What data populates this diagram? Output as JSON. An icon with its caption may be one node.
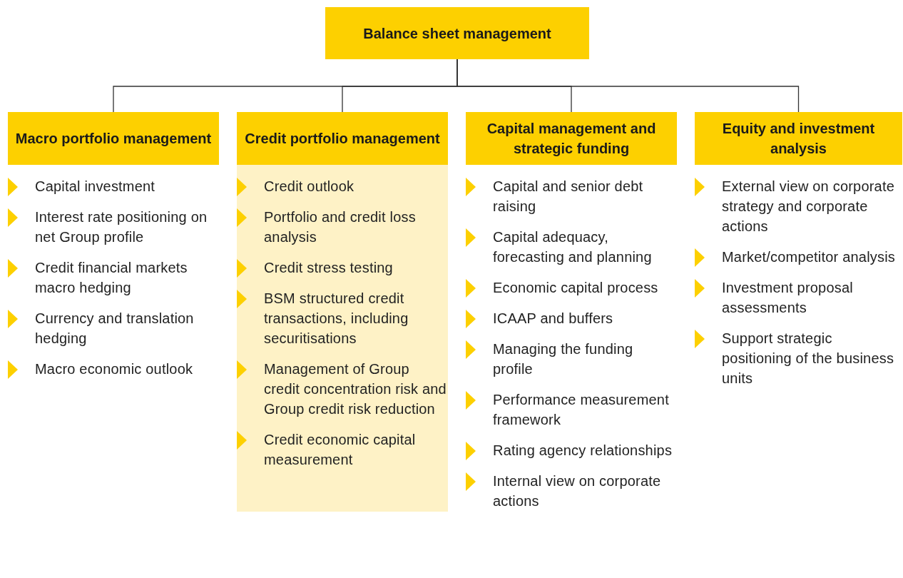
{
  "diagram": {
    "nodes": [
      {
        "text": [
          "Balance sheet management"
        ]
      },
      {
        "text": [
          "Macro portfolio management"
        ]
      },
      {
        "text": [
          "Credit portfolio management"
        ]
      },
      {
        "text": [
          "Capital management and strategic funding"
        ]
      },
      {
        "text": [
          "Equity and investment analysis"
        ]
      }
    ],
    "edges": [
      {
        "from": 0,
        "to": 1,
        "arrow": "none"
      },
      {
        "from": 0,
        "to": 2,
        "arrow": "none"
      },
      {
        "from": 0,
        "to": 3,
        "arrow": "none"
      },
      {
        "from": 0,
        "to": 4,
        "arrow": "none"
      }
    ],
    "labels": [
      "Capital investment",
      "Interest rate positioning on net Group profile",
      "Credit financial markets macro hedging",
      "Currency and translation hedging",
      "Macro economic outlook",
      "Credit outlook",
      "Portfolio and credit loss analysis",
      "Credit stress testing",
      "BSM structured credit transactions, including securitisations",
      "Management of Group credit concentration risk and Group credit risk reduction",
      "Credit economic capital measurement",
      "Capital and senior debt raising",
      "Capital adequacy, forecasting and planning",
      "Economic capital process",
      "ICAAP and buffers",
      "Managing the funding profile",
      "Performance measurement framework",
      "Rating agency relationships",
      "Internal view on corporate actions",
      "External view on corporate strategy and corporate actions",
      "Market/competitor analysis",
      "Investment proposal assessments",
      "Support strategic positioning of the business units"
    ]
  }
}
